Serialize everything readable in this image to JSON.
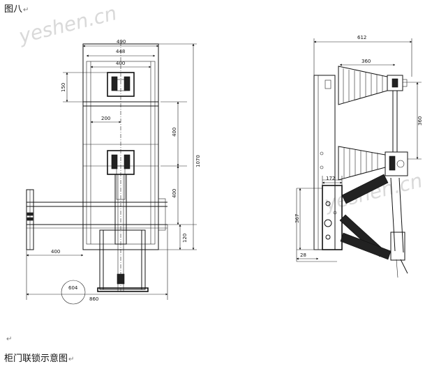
{
  "captions": {
    "top": "图八",
    "bottom": "柜门联锁示意图",
    "para_mark": "↵"
  },
  "watermark": "yeshen.cn",
  "left_view": {
    "dims": {
      "w490": "490",
      "w448": "448",
      "w400_top": "400",
      "h150": "150",
      "w200": "200",
      "h400_a": "400",
      "h400_b": "400",
      "h1070": "1070",
      "h120": "120",
      "w400_bottom": "400",
      "d604": "604",
      "w860": "860"
    }
  },
  "right_view": {
    "dims": {
      "w612": "612",
      "w360": "360",
      "h360": "360",
      "w172": "172",
      "h367": "367",
      "w28": "28"
    }
  }
}
